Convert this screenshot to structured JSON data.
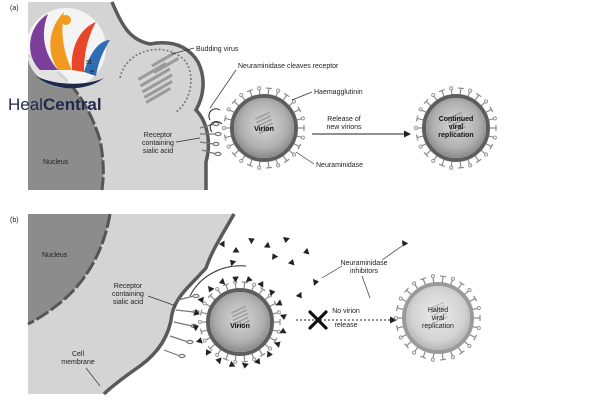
{
  "panels": {
    "a": "(a)",
    "b": "(b)"
  },
  "logo": {
    "text_regular": "Heal",
    "text_bold": "Central",
    "fragment_1": "st",
    "fragment_2": "e"
  },
  "panel_a": {
    "nucleus": "Nucleus",
    "budding_virus": "Budding virus",
    "neuraminidase_cleaves": "Neuraminidase cleaves receptor",
    "haemagglutinin": "Haemagglutinin",
    "receptor_line1": "Receptor",
    "receptor_line2": "containing",
    "receptor_line3": "sialic acid",
    "virion": "Virion",
    "release_line1": "Release of",
    "release_line2": "new virions",
    "neuraminidase": "Neuraminidase",
    "continued_line1": "Continued",
    "continued_line2": "viral",
    "continued_line3": "replication"
  },
  "panel_b": {
    "nucleus": "Nucleus",
    "receptor_line1": "Receptor",
    "receptor_line2": "containing",
    "receptor_line3": "sialic acid",
    "cell_line1": "Cell",
    "cell_line2": "membrane",
    "virion": "Virion",
    "no_release_line1": "No virion",
    "no_release_line2": "release",
    "inhibitors_line1": "Neuraminidase",
    "inhibitors_line2": "inhibitors",
    "halted_line1": "Halted",
    "halted_line2": "viral",
    "halted_line3": "replication"
  },
  "colors": {
    "cell": "#d4d4d4",
    "nucleus": "#8c8c8c",
    "membrane": "#5a5a5a",
    "virion_outer": "#6e6e6e",
    "virion_inner": "#bdbdbd",
    "logo_blue": "#1d2a4a"
  }
}
